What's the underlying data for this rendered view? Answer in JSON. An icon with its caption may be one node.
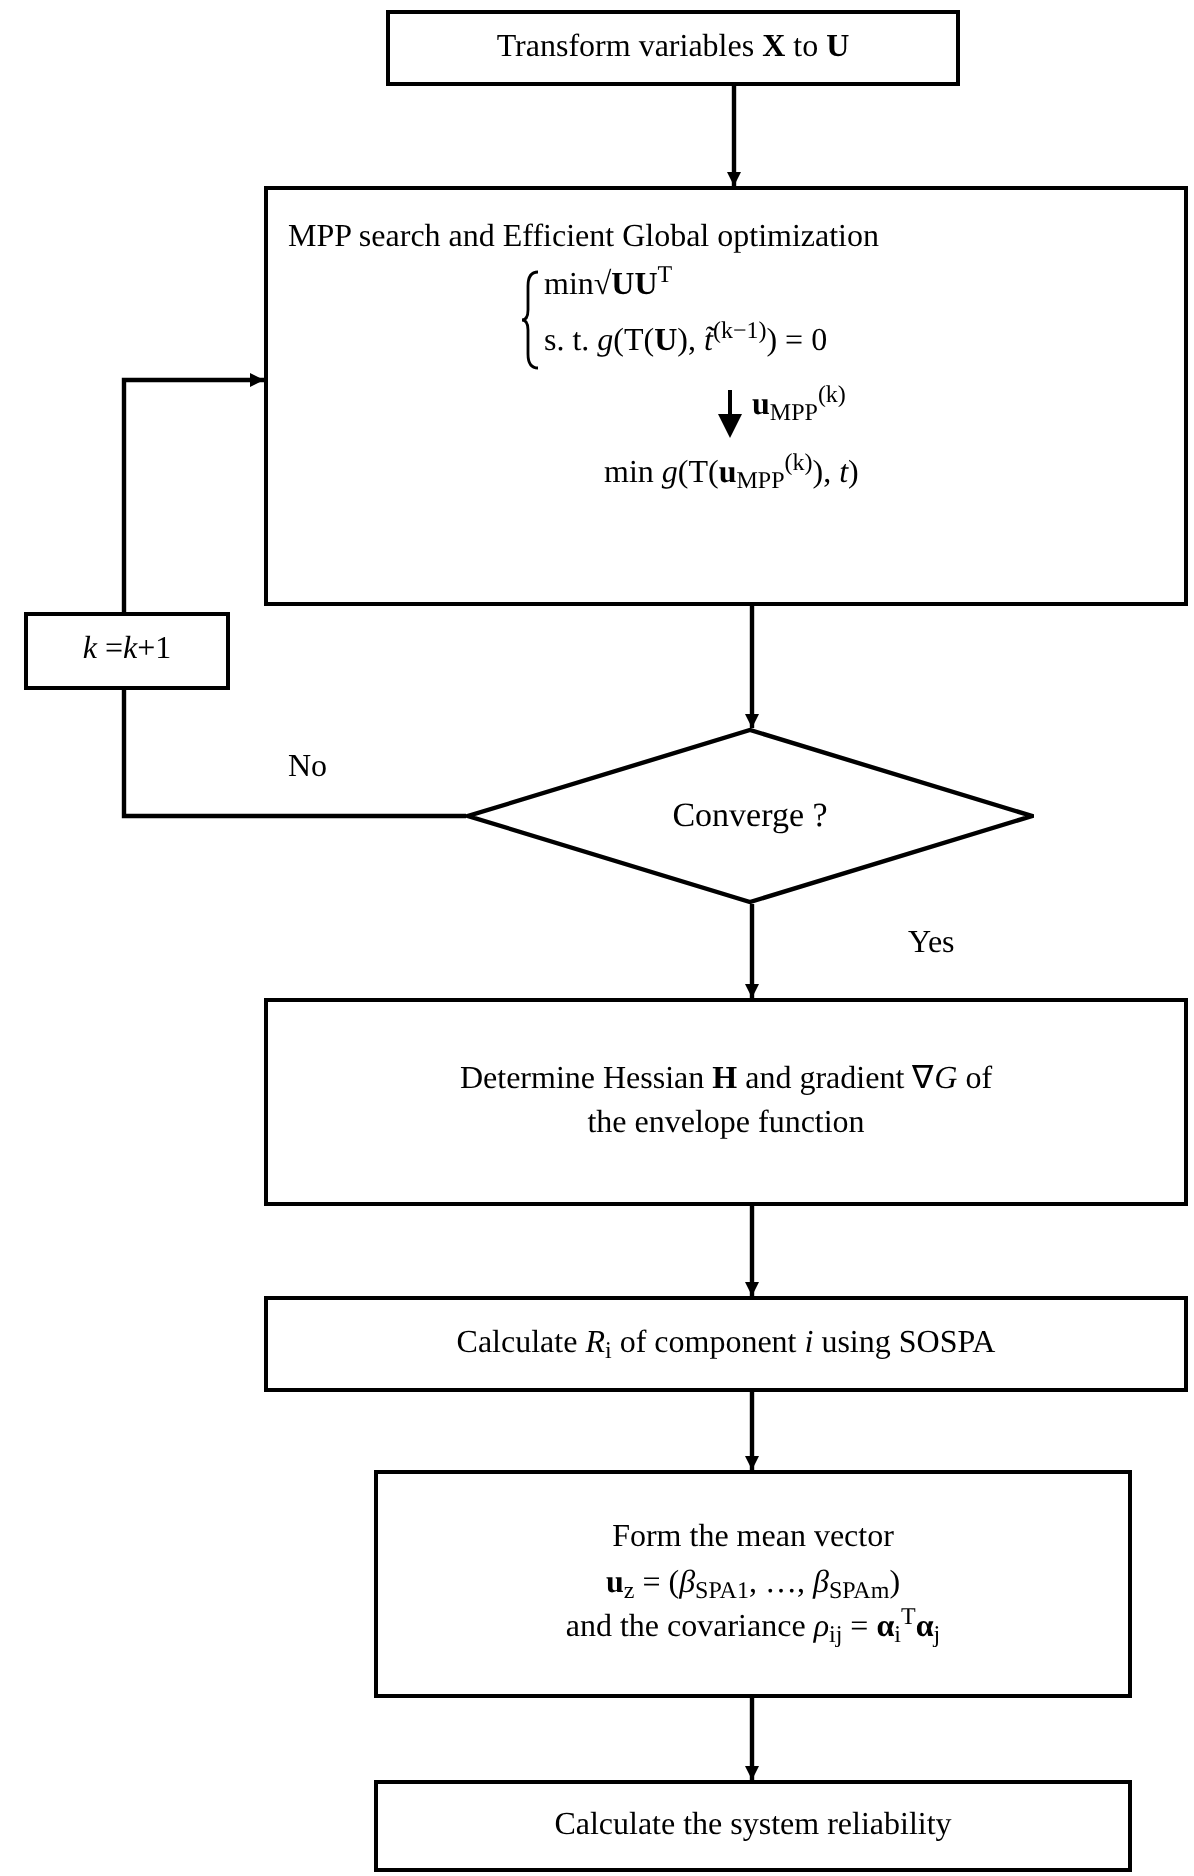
{
  "diagram": {
    "nodes": [
      {
        "text": [
          "Transform variables **X** to **U**"
        ]
      },
      {
        "text": [
          "MPP search and Efficient Global optimization",
          "min√**UU**$^{T}$",
          "s. t. *g*(T(**U**), *t̃*$^{(k−1)}$) = 0",
          "**u**$_{MPP}$$^{(k)}$",
          "min *g*(T(**u**$_{MPP}$$^{(k)}$), *t*)"
        ]
      },
      {
        "text": [
          "*k* =*k*+1"
        ]
      },
      {
        "text": [
          "Converge ?"
        ]
      },
      {
        "text": [
          "Determine Hessian **H** and gradient ∇*G* of the envelope function"
        ]
      },
      {
        "text": [
          "Calculate *R*$_{i}$ of component *i* using SOSPA"
        ]
      },
      {
        "text": [
          "Form the mean vector",
          "**u**$_{z}$ = (*β*$_{SPA1}$, …, *β*$_{SPAm}$)",
          "and the covariance *ρ*$_{ij}$ = **α**$_{i}$$^{T}$**α**$_{j}$"
        ]
      },
      {
        "text": [
          "Calculate the system reliability"
        ]
      }
    ],
    "edges": [
      {
        "from": 0,
        "to": 1,
        "arrow": "to"
      },
      {
        "from": 1,
        "to": 3,
        "arrow": "to"
      },
      {
        "from": 3,
        "to": 2,
        "arrow": "none",
        "label": "No"
      },
      {
        "from": 2,
        "to": 1,
        "arrow": "to"
      },
      {
        "from": 3,
        "to": 4,
        "arrow": "to",
        "label": "Yes"
      },
      {
        "from": 4,
        "to": 5,
        "arrow": "to"
      },
      {
        "from": 5,
        "to": 6,
        "arrow": "to"
      },
      {
        "from": 6,
        "to": 7,
        "arrow": "to"
      }
    ]
  }
}
